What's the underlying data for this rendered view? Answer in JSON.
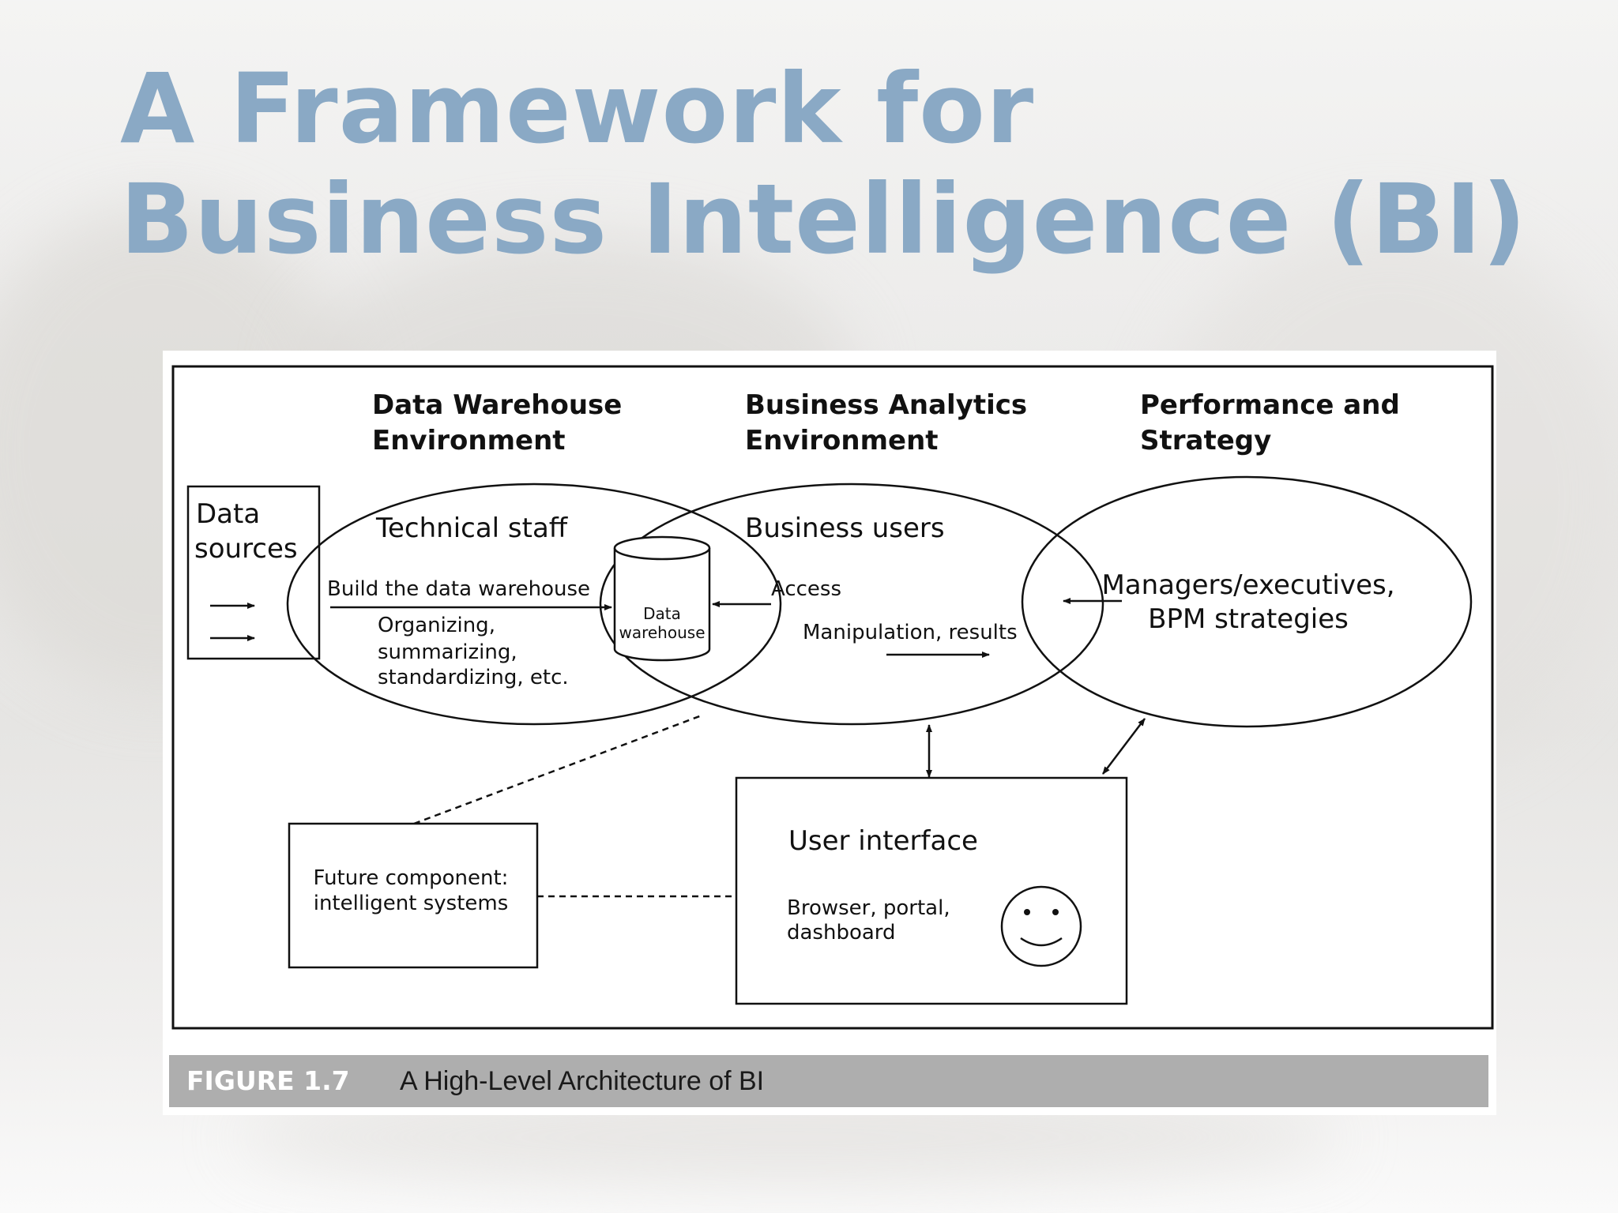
{
  "slide": {
    "title_line1": "A Framework for",
    "title_line2": "Business Intelligence (BI)"
  },
  "diagram": {
    "headings": {
      "data_warehouse_env": [
        "Data Warehouse",
        "Environment"
      ],
      "business_analytics_env": [
        "Business Analytics",
        "Environment"
      ],
      "performance_strategy": [
        "Performance and",
        "Strategy"
      ]
    },
    "data_sources": [
      "Data",
      "sources"
    ],
    "technical_staff": "Technical staff",
    "build_dw": "Build the data warehouse",
    "organizing": [
      "Organizing,",
      "summarizing,",
      "standardizing, etc."
    ],
    "data_warehouse": [
      "Data",
      "warehouse"
    ],
    "business_users": "Business users",
    "access": "Access",
    "manipulation": "Manipulation, results",
    "managers": [
      "Managers/executives,",
      "BPM strategies"
    ],
    "future_component": [
      "Future component:",
      "intelligent systems"
    ],
    "user_interface": "User interface",
    "browser": [
      "Browser, portal,",
      "dashboard"
    ]
  },
  "caption": {
    "label": "FIGURE 1.7",
    "text": "A High-Level Architecture of BI"
  }
}
